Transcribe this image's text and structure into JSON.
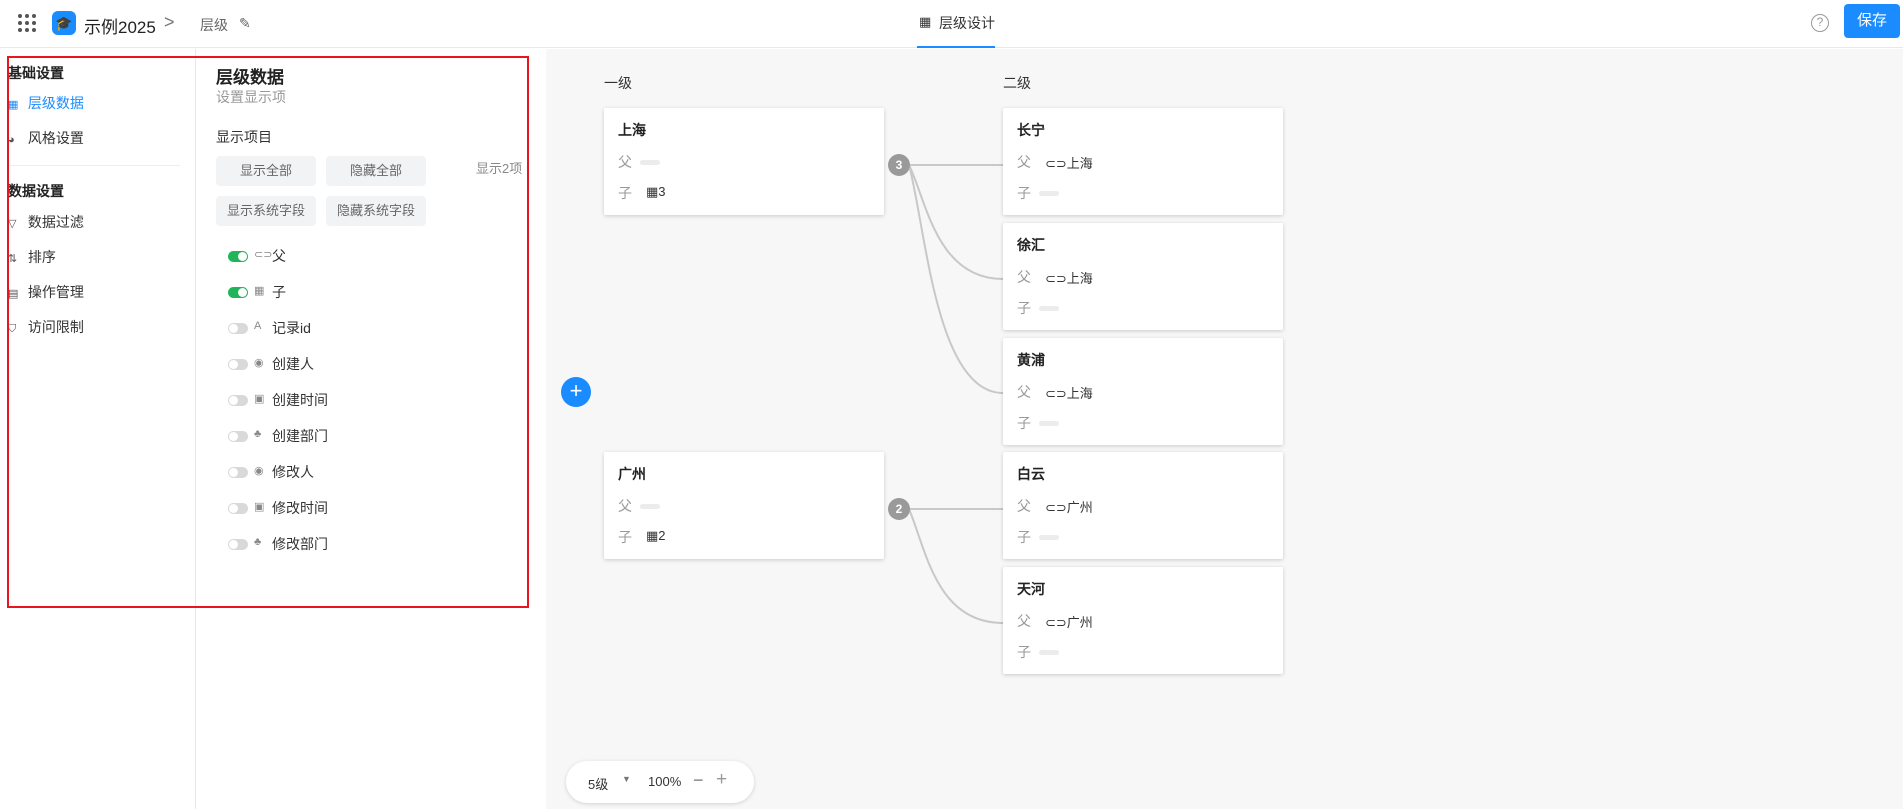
{
  "topbar": {
    "app_name": "示例2025",
    "breadcrumb_separator": ">",
    "page_name": "层级",
    "center_tab_label": "层级设计",
    "help_label": "?",
    "save_label": "保存",
    "logo_glyph": "🎓"
  },
  "leftnav": {
    "group1": "基础设置",
    "items1": [
      "层级数据",
      "风格设置"
    ],
    "group2": "数据设置",
    "items2": [
      "数据过滤",
      "排序",
      "操作管理",
      "访问限制"
    ],
    "active_item": "层级数据"
  },
  "panel": {
    "title": "层级数据",
    "subtitle": "设置显示项",
    "section_label": "显示项目",
    "count_text": "显示2项",
    "buttons": {
      "show_all": "显示全部",
      "hide_all": "隐藏全部",
      "show_system": "显示系统字段",
      "hide_system": "隐藏系统字段"
    },
    "fields": [
      {
        "label": "父",
        "on": true,
        "icon": "link-icon"
      },
      {
        "label": "子",
        "on": true,
        "icon": "table-icon"
      },
      {
        "label": "记录id",
        "on": false,
        "icon": "text-icon"
      },
      {
        "label": "创建人",
        "on": false,
        "icon": "user-icon"
      },
      {
        "label": "创建时间",
        "on": false,
        "icon": "calendar-icon"
      },
      {
        "label": "创建部门",
        "on": false,
        "icon": "org-icon"
      },
      {
        "label": "修改人",
        "on": false,
        "icon": "user-icon"
      },
      {
        "label": "修改时间",
        "on": false,
        "icon": "calendar-icon"
      },
      {
        "label": "修改部门",
        "on": false,
        "icon": "org-icon"
      }
    ]
  },
  "canvas": {
    "level_labels": [
      "一级",
      "二级"
    ],
    "parent_label": "父",
    "child_label": "子",
    "cards_level1": [
      {
        "title": "上海",
        "child_count": "3"
      },
      {
        "title": "广州",
        "child_count": "2"
      }
    ],
    "cards_level2": [
      {
        "title": "长宁",
        "parent": "上海"
      },
      {
        "title": "徐汇",
        "parent": "上海"
      },
      {
        "title": "黄浦",
        "parent": "上海"
      },
      {
        "title": "白云",
        "parent": "广州"
      },
      {
        "title": "天河",
        "parent": "广州"
      }
    ],
    "badges": [
      "3",
      "2"
    ],
    "add_label": "+",
    "zoom": {
      "levels": "5级",
      "percent": "100%",
      "minus": "−",
      "plus": "+"
    }
  },
  "colors": {
    "accent": "#1a8cff",
    "toggle_on": "#21b55a",
    "highlight": "#e8141e"
  }
}
